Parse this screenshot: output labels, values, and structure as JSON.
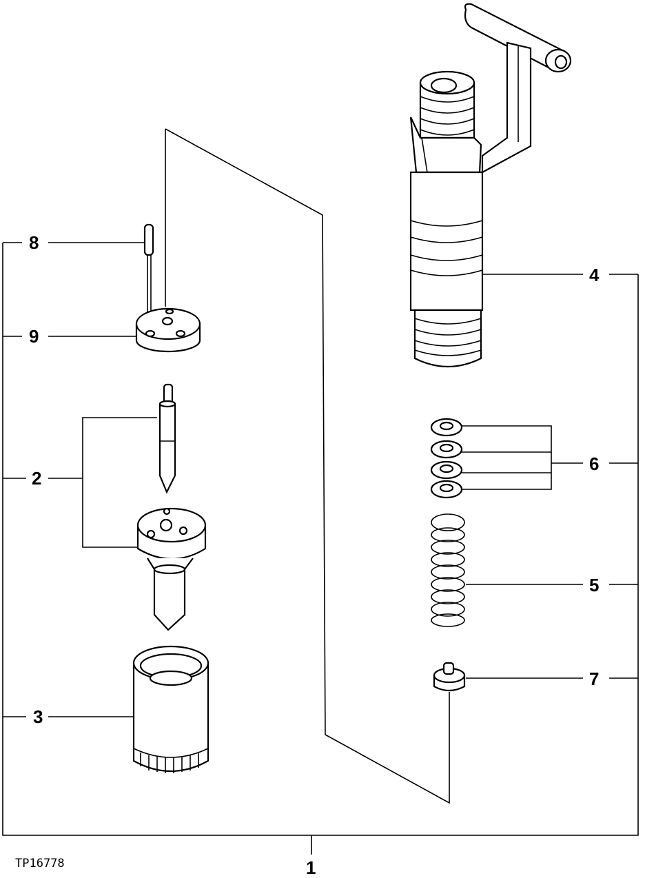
{
  "figure_id": "TP16778",
  "callouts": {
    "c1": "1",
    "c2": "2",
    "c3": "3",
    "c4": "4",
    "c5": "5",
    "c6": "6",
    "c7": "7",
    "c8": "8",
    "c9": "9"
  }
}
